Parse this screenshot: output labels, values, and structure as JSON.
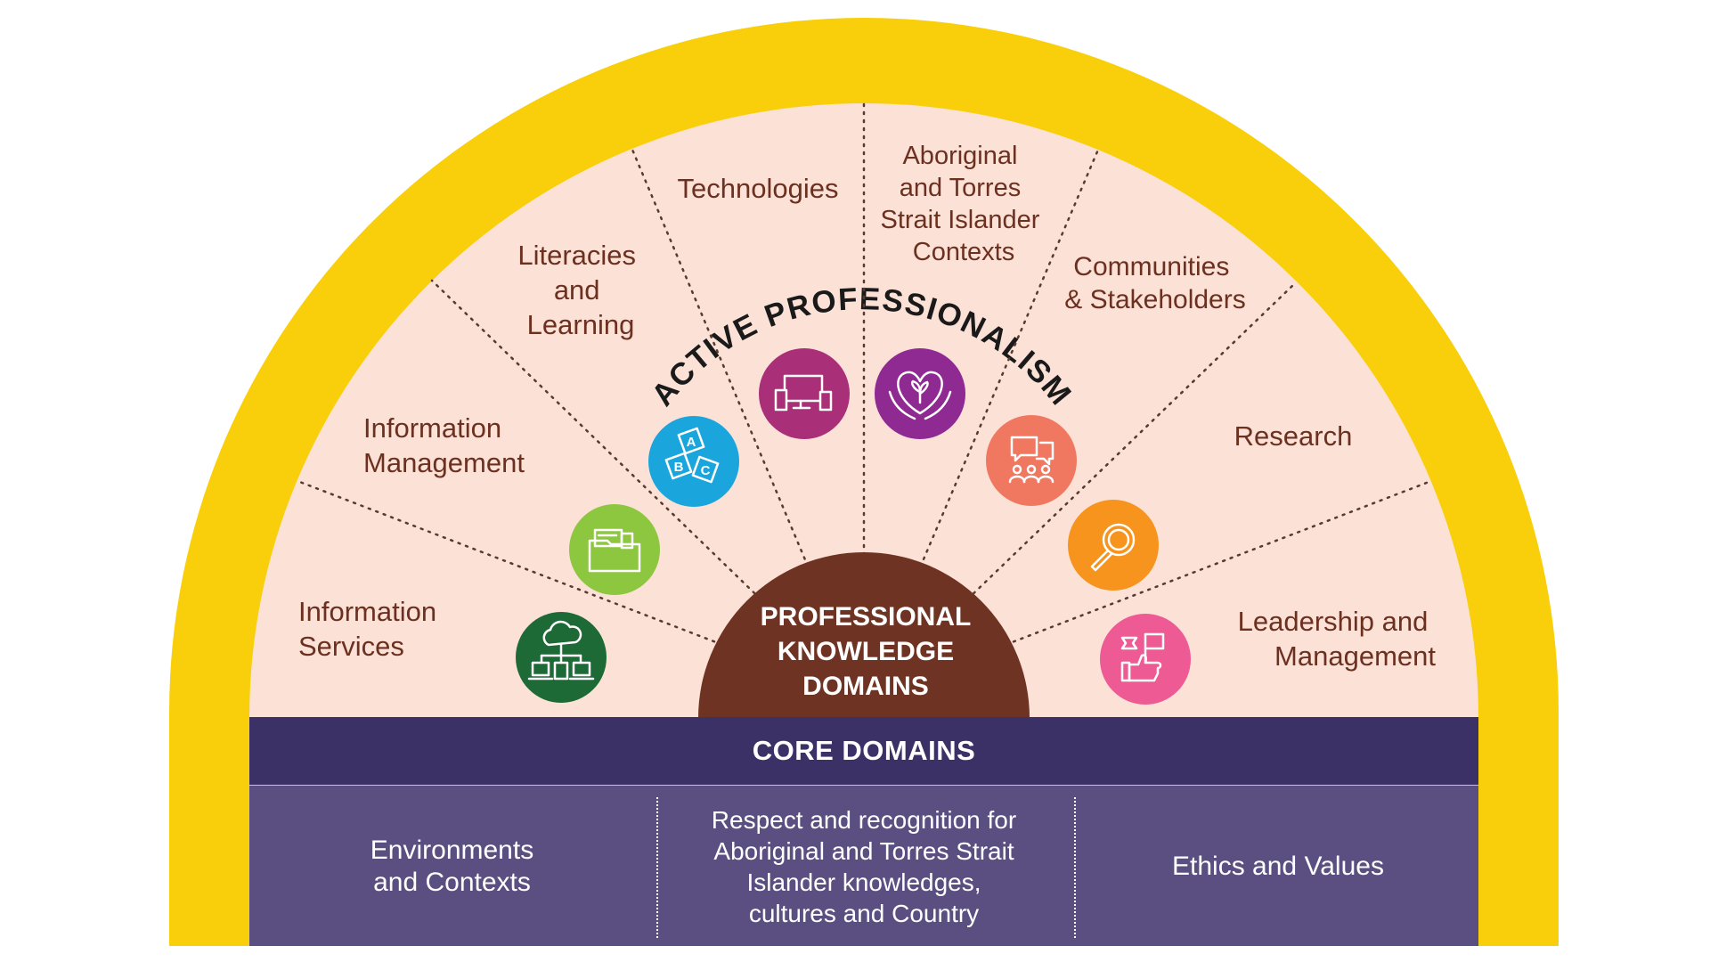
{
  "arch_title": "ACTIVE PROFESSIONALISM",
  "center": {
    "lines": [
      "PROFESSIONAL",
      "KNOWLEDGE",
      "DOMAINS"
    ]
  },
  "domains": [
    {
      "name": "info-services",
      "lines": [
        "Information",
        "Services"
      ],
      "icon": "cloud-network-icon",
      "icon_color": "#1d6a36"
    },
    {
      "name": "info-management",
      "lines": [
        "Information",
        "Management"
      ],
      "icon": "folder-icon",
      "icon_color": "#8dc63f"
    },
    {
      "name": "literacies",
      "lines": [
        "Literacies",
        "and",
        "Learning"
      ],
      "icon": "abc-blocks-icon",
      "icon_color": "#1aa6dc"
    },
    {
      "name": "technologies",
      "lines": [
        "Technologies"
      ],
      "icon": "devices-icon",
      "icon_color": "#a92f79"
    },
    {
      "name": "aboriginal",
      "lines": [
        "Aboriginal",
        "and Torres",
        "Strait Islander",
        "Contexts"
      ],
      "icon": "heart-hands-icon",
      "icon_color": "#8e2a91"
    },
    {
      "name": "communities",
      "lines": [
        "Communities",
        "& Stakeholders"
      ],
      "icon": "chat-people-icon",
      "icon_color": "#f07861"
    },
    {
      "name": "research",
      "lines": [
        "Research"
      ],
      "icon": "magnifier-icon",
      "icon_color": "#f7941d"
    },
    {
      "name": "leadership",
      "lines": [
        "Leadership and",
        "Management"
      ],
      "icon": "flag-thumb-icon",
      "icon_color": "#ee5a93"
    }
  ],
  "core": {
    "title": "CORE DOMAINS",
    "cells": [
      "Environments\nand Contexts",
      "Respect and recognition for\nAboriginal and Torres Strait\nIslander knowledges,\ncultures and Country",
      "Ethics and Values"
    ]
  },
  "colors": {
    "arch": "#f8cf0a",
    "fan": "#fce1d7",
    "center": "#6e3322",
    "core_title_bg": "#3b3166",
    "core_cells_bg": "#5b4f82",
    "domain_text": "#6b3020",
    "dots": "#5a3a30"
  }
}
